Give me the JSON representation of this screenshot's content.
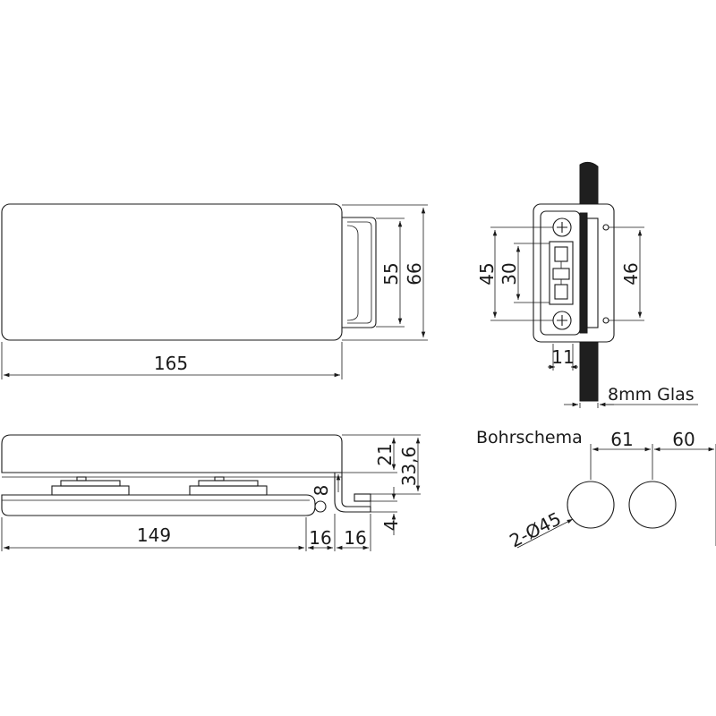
{
  "drawing": {
    "top_view": {
      "length": "165",
      "height_inner": "55",
      "height_outer": "66"
    },
    "side_view": {
      "length_base": "149",
      "offset_a": "16",
      "offset_b": "16",
      "height_21": "21",
      "height_total": "33,6",
      "height_8": "8",
      "height_4": "4"
    },
    "end_view": {
      "dim_45": "45",
      "dim_30": "30",
      "dim_46": "46",
      "dim_11": "11",
      "glass_label": "8mm Glas"
    },
    "drill_pattern": {
      "title": "Bohrschema",
      "spacing_61": "61",
      "spacing_60": "60",
      "holes_label": "2-Ø45"
    }
  }
}
